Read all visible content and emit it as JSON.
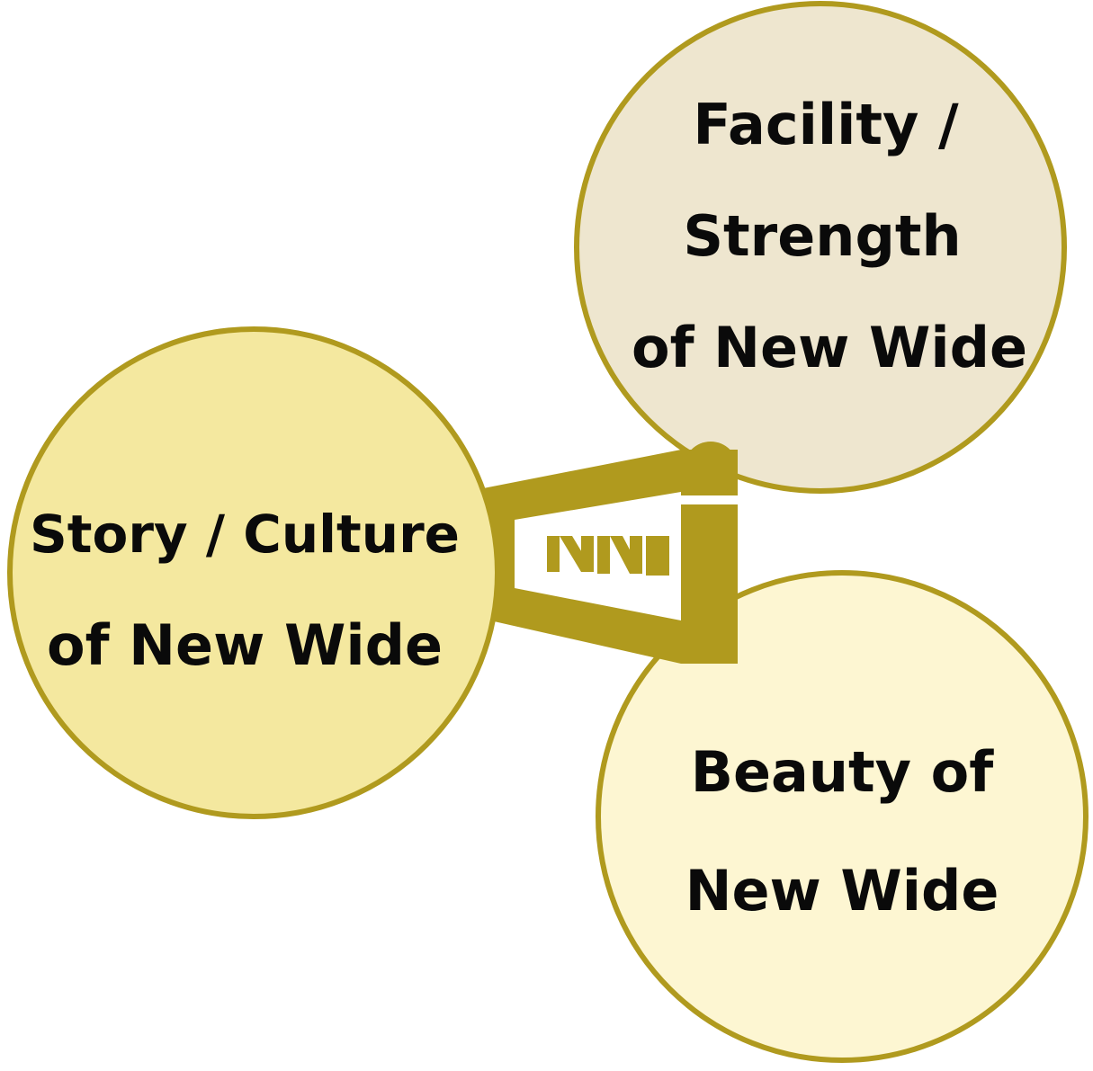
{
  "colors": {
    "accent": "#b09a1e",
    "story_fill": "#f4e89f",
    "facility_fill": "#eee6cf",
    "beauty_fill": "#fdf6d2",
    "text": "#0a0a0a"
  },
  "circles": {
    "facility": {
      "lines": [
        "Facility /",
        "Strength",
        "of New Wide"
      ]
    },
    "story": {
      "lines": [
        "Story / Culture",
        "of New Wide"
      ]
    },
    "beauty": {
      "lines": [
        "Beauty of",
        "New Wide"
      ]
    }
  },
  "logo": {
    "icon": "new-wide-logo-icon"
  }
}
